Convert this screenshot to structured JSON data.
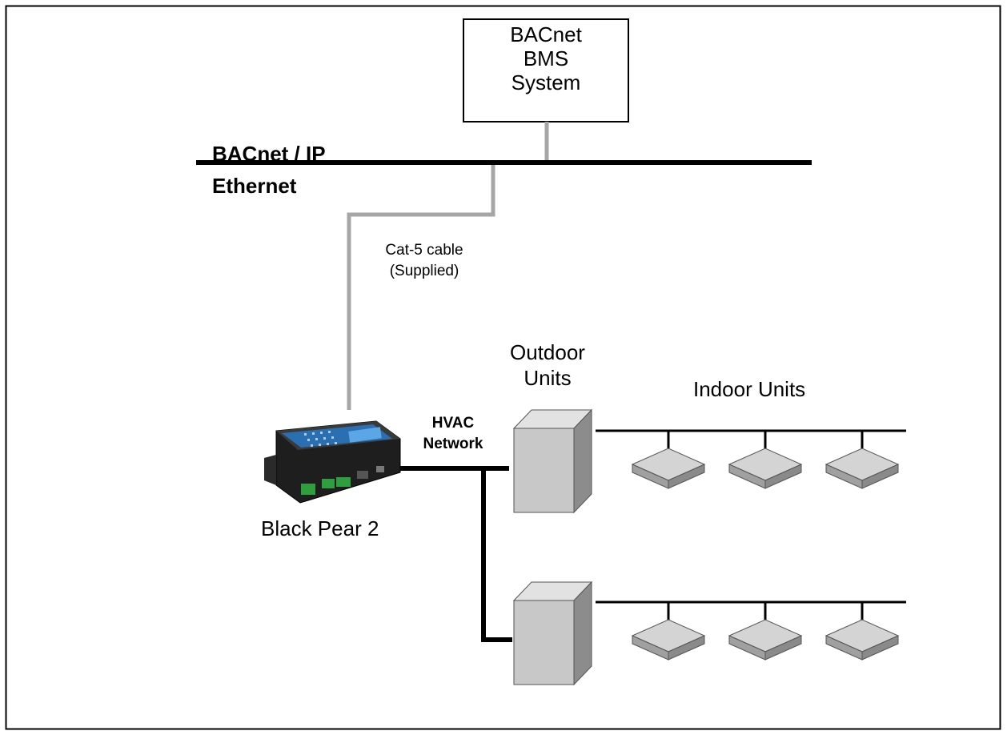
{
  "bms": {
    "label": "BACnet\nBMS\nSystem"
  },
  "ethernet_bus": {
    "label": "BACnet / IP\nEthernet"
  },
  "cable": {
    "label": "Cat-5 cable\n(Supplied)"
  },
  "outdoor_units": {
    "label": "Outdoor\nUnits"
  },
  "indoor_units": {
    "label": "Indoor Units"
  },
  "hvac_network": {
    "label": "HVAC\nNetwork"
  },
  "gateway": {
    "label": "Black Pear 2"
  },
  "colors": {
    "line_black": "#000000",
    "cable_gray": "#a6a6a6",
    "unit_front": "#c8c8c8",
    "unit_side": "#8c8c8c",
    "unit_top": "#e2e2e2",
    "indoor_top": "#d4d4d4",
    "indoor_side": "#8a8a8a"
  },
  "icons": [
    "outdoor-unit-icon",
    "indoor-unit-icon",
    "gateway-device-icon"
  ]
}
